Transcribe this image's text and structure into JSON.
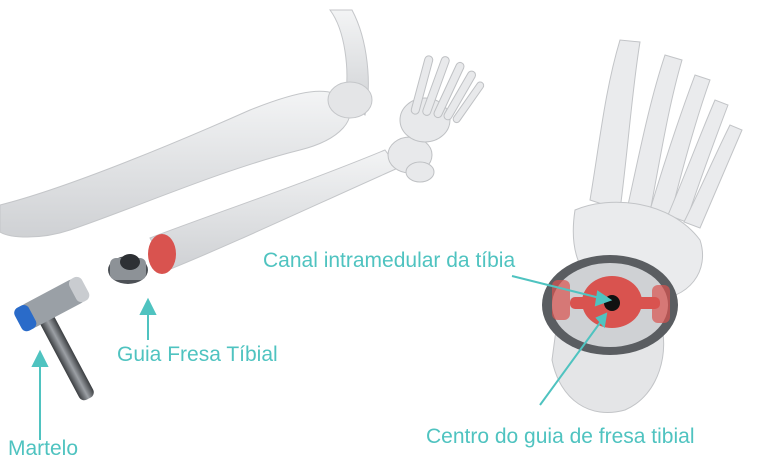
{
  "labels": {
    "martelo": "Martelo",
    "guia_fresa_tibial": "Guia Fresa Tíbial",
    "canal_intramedular": "Canal intramedular da tíbia",
    "centro_guia": "Centro do guia de fresa tibial"
  },
  "colors": {
    "accent": "#4fc3c0",
    "bone": "#e6e7e9",
    "bone_shadow": "#c9cbce",
    "implant_red": "#d9534f",
    "hammer_blue": "#2a6bc9",
    "metal": "#6b6f74"
  }
}
